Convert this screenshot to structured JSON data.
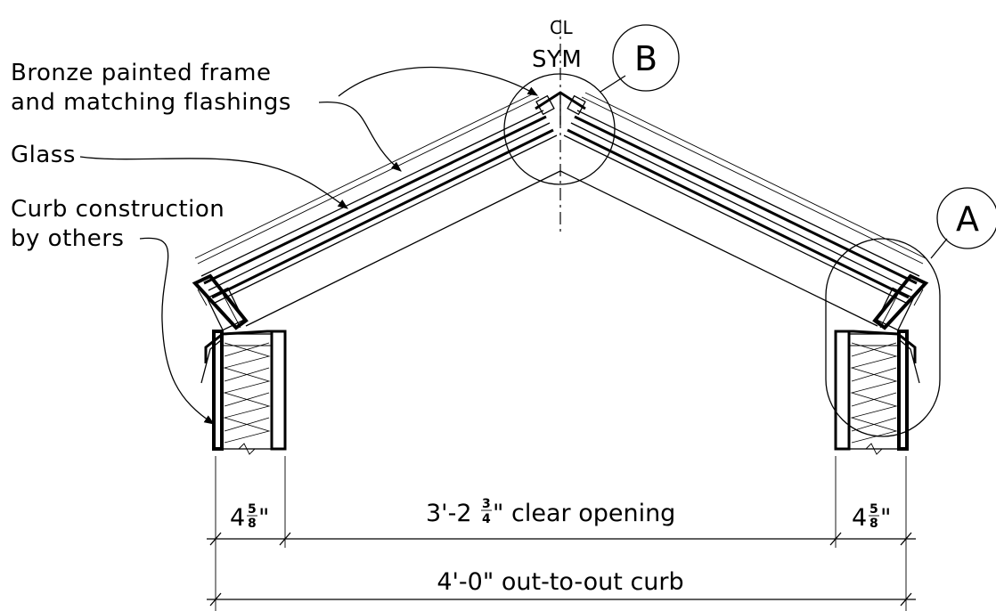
{
  "center_mark": {
    "symbol": "CL",
    "label": "SYM"
  },
  "callouts": {
    "frame": {
      "line1": "Bronze painted frame",
      "line2": "and matching flashings"
    },
    "glass": "Glass",
    "curb": {
      "line1": "Curb construction",
      "line2": "by others"
    }
  },
  "details": {
    "top": "B",
    "right": "A"
  },
  "dimensions": {
    "left_curb": {
      "whole": "4",
      "num": "5",
      "den": "8",
      "unit": "\""
    },
    "right_curb": {
      "whole": "4",
      "num": "5",
      "den": "8",
      "unit": "\""
    },
    "opening": {
      "prefix": "3'-2",
      "num": "3",
      "den": "4",
      "suffix": "\" clear opening"
    },
    "overall": "4'-0\" out-to-out curb"
  }
}
